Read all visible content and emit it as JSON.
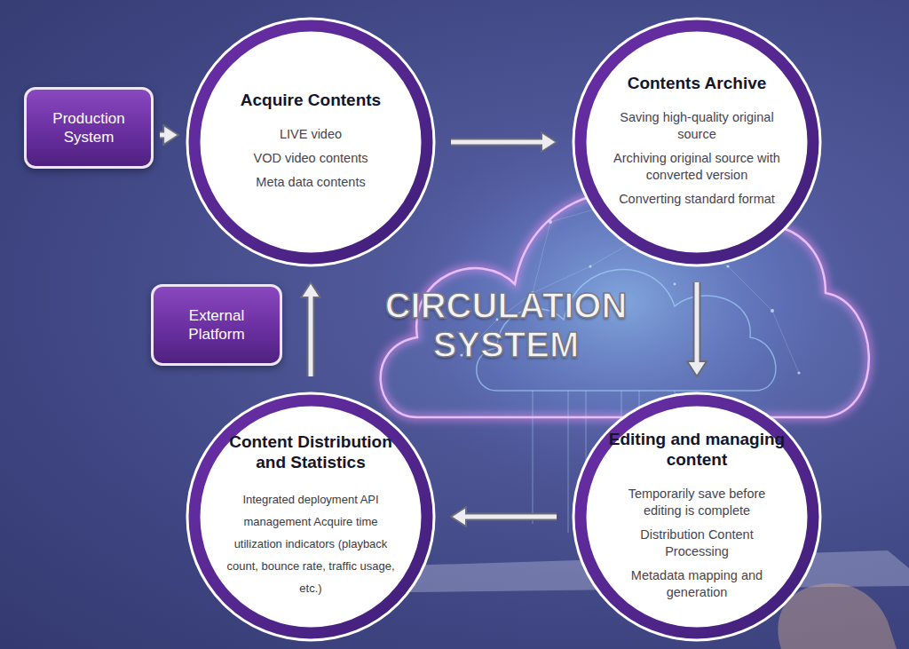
{
  "diagram": {
    "title": "CIRCULATION SYSTEM",
    "nodes": [
      {
        "text": [
          "Production System"
        ]
      },
      {
        "text": [
          "Acquire Contents",
          "LIVE video",
          "VOD video contents",
          "Meta data contents"
        ]
      },
      {
        "text": [
          "Contents Archive",
          "Saving high-quality original source",
          "Archiving original source with converted version",
          "Converting standard format"
        ]
      },
      {
        "text": [
          "External Platform"
        ]
      },
      {
        "text": [
          "Content Distribution and Statistics",
          "Integrated deployment API management Acquire time utilization indicators (playback count, bounce rate, traffic usage, etc.)"
        ]
      },
      {
        "text": [
          "Editing and managing content",
          "Temporarily save before editing is complete",
          "Distribution Content Processing",
          "Metadata mapping and generation"
        ]
      }
    ],
    "edges": [
      {
        "from": 0,
        "to": 1,
        "arrow": "to"
      },
      {
        "from": 1,
        "to": 2,
        "arrow": "to"
      },
      {
        "from": 2,
        "to": 5,
        "arrow": "to"
      },
      {
        "from": 5,
        "to": 4,
        "arrow": "to"
      },
      {
        "from": 4,
        "to": 1,
        "arrow": "to"
      }
    ]
  }
}
